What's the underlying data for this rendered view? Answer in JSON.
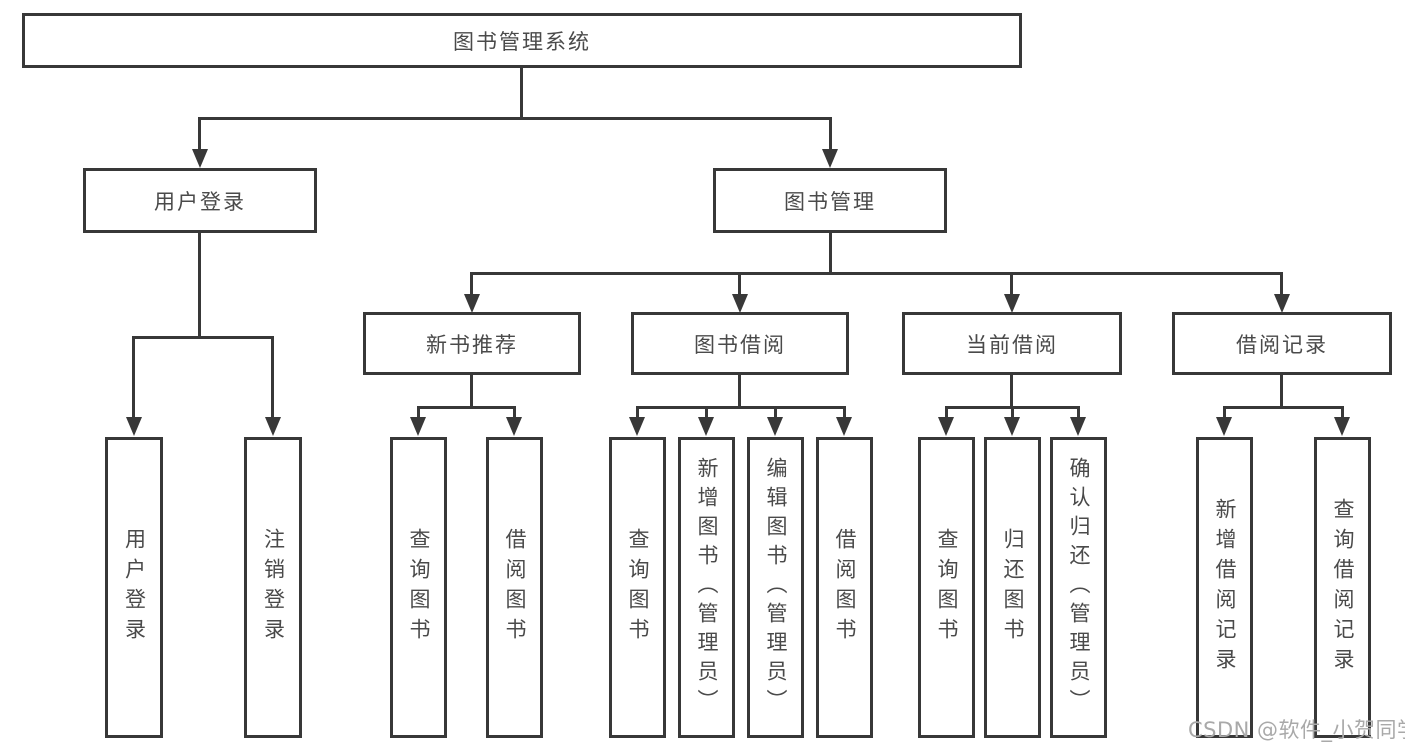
{
  "diagram": {
    "type": "tree",
    "title": "图书管理系统",
    "root": {
      "label": "图书管理系统",
      "children": [
        {
          "label": "用户登录",
          "children": [
            {
              "label": "用户登录"
            },
            {
              "label": "注销登录"
            }
          ]
        },
        {
          "label": "图书管理",
          "children": [
            {
              "label": "新书推荐",
              "children": [
                {
                  "label": "查询图书"
                },
                {
                  "label": "借阅图书"
                }
              ]
            },
            {
              "label": "图书借阅",
              "children": [
                {
                  "label": "查询图书"
                },
                {
                  "label": "新增图书（管理员）"
                },
                {
                  "label": "编辑图书（管理员）"
                },
                {
                  "label": "借阅图书"
                }
              ]
            },
            {
              "label": "当前借阅",
              "children": [
                {
                  "label": "查询图书"
                },
                {
                  "label": "归还图书"
                },
                {
                  "label": "确认归还（管理员）"
                }
              ]
            },
            {
              "label": "借阅记录",
              "children": [
                {
                  "label": "新增借阅记录"
                },
                {
                  "label": "查询借阅记录"
                }
              ]
            }
          ]
        }
      ]
    }
  },
  "watermark": {
    "text": "CSDN @软件_小贺同学"
  },
  "colors": {
    "line": "#383838",
    "box_border": "#383838",
    "text": "#4a4a4a",
    "watermark": "#a9a9a9",
    "background": "#ffffff"
  }
}
